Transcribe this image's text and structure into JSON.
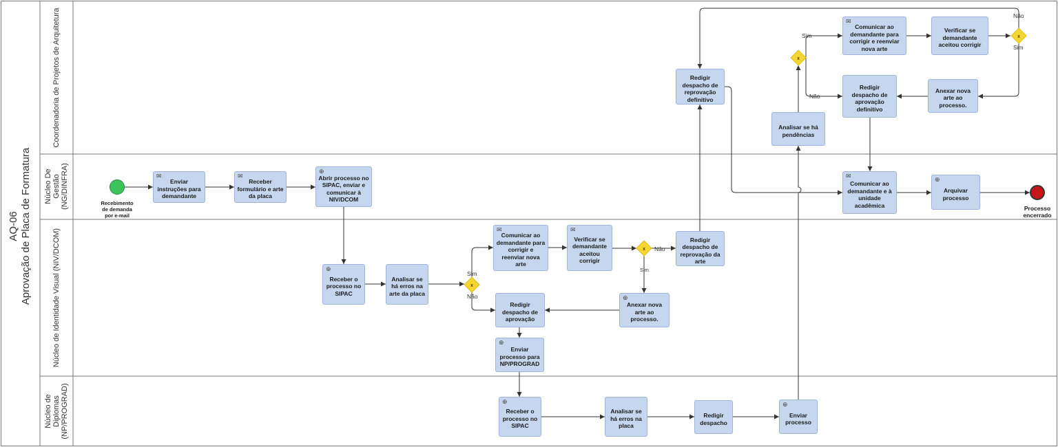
{
  "pool": {
    "code": "AQ-06",
    "title": "Aprovação de Placa de Formatura"
  },
  "lanes": {
    "coordenadoria": "Coordenadoria de Projetos de Arquitetura",
    "gestao": [
      "Núcleo De",
      "Gestão",
      "(NG/DINFRA)"
    ],
    "identidade": "Núcleo de Identidade Visual (NIV/DCOM)",
    "diplomas": [
      "Núcleo de",
      "Diplomas",
      "(NP/PROGRAD)"
    ]
  },
  "events": {
    "start": [
      "Recebimento",
      "de demanda",
      "por e-mail"
    ],
    "end": [
      "Processo",
      "encerrado"
    ]
  },
  "tasks": {
    "enviar_instrucoes": "Enviar instruções para demandante",
    "receber_formulario": "Receber formulário e arte da placa",
    "abrir_processo": "Abrir processo no SIPAC, enviar e comunicar à NIV/DCOM",
    "receber_processo_niv": "Receber o processo no SIPAC",
    "analisar_erros_niv": "Analisar se há erros na arte da placa",
    "comunicar_corrigir_niv": "Comunicar ao demandante para corrigir e reenviar nova arte",
    "verificar_aceitou_niv": "Verificar se demandante aceitou corrigir",
    "redigir_reprovacao_arte": "Redigir despacho de reprovação da arte",
    "anexar_nova_arte_niv": "Anexar nova arte ao processo.",
    "redigir_aprovacao_niv": "Redigir despacho de aprovação",
    "enviar_prograd": "Enviar processo para NP/PROGRAD",
    "receber_processo_np": "Receber o processo no SIPAC",
    "analisar_erros_np": "Analisar se há erros na placa",
    "redigir_despacho_np": "Redigir despacho",
    "enviar_processo_np": "Enviar processo",
    "analisar_pendencias": "Analisar se há pendências",
    "redigir_reprovacao_def": "Redigir despacho de reprovação definitivo",
    "comunicar_corrigir_coord": "Comunicar ao demandante para corrigir e reenviar nova arte",
    "verificar_aceitou_coord": "Verificar se demandante aceitou corrigir",
    "redigir_aprovacao_def": "Redigir despacho de aprovação definitivo",
    "anexar_nova_arte_coord": "Anexar nova arte ao processo.",
    "comunicar_unidade": "Comunicar ao demandante e à unidade acadêmica",
    "arquivar": "Arquivar processo"
  },
  "flow_labels": {
    "sim": "Sim",
    "nao": "Não"
  },
  "colors": {
    "task_fill": "#c5d6ee",
    "gateway": "#f5d531",
    "start": "#3cc45a",
    "end": "#c8151a"
  }
}
